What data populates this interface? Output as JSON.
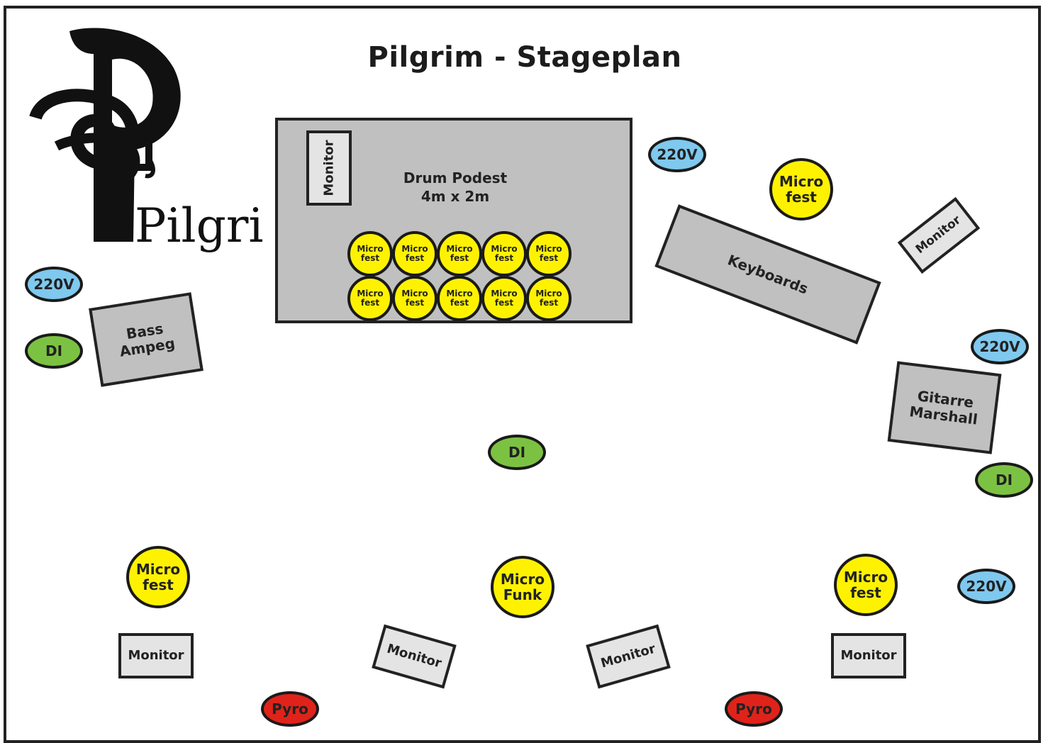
{
  "title": "Pilgrim - Stageplan",
  "logo": {
    "text": "Pilgrim"
  },
  "drum_riser": {
    "label_line1": "Drum Podest",
    "label_line2": "4m x 2m",
    "monitor_label": "Monitor",
    "mics": [
      {
        "line1": "Micro",
        "line2": "fest"
      },
      {
        "line1": "Micro",
        "line2": "fest"
      },
      {
        "line1": "Micro",
        "line2": "fest"
      },
      {
        "line1": "Micro",
        "line2": "fest"
      },
      {
        "line1": "Micro",
        "line2": "fest"
      },
      {
        "line1": "Micro",
        "line2": "fest"
      },
      {
        "line1": "Micro",
        "line2": "fest"
      },
      {
        "line1": "Micro",
        "line2": "fest"
      },
      {
        "line1": "Micro",
        "line2": "fest"
      },
      {
        "line1": "Micro",
        "line2": "fest"
      }
    ]
  },
  "keyboards": {
    "label": "Keyboards"
  },
  "keyboard_mic": {
    "line1": "Micro",
    "line2": "fest"
  },
  "keyboard_monitor": {
    "label": "Monitor"
  },
  "bass_amp": {
    "line1": "Bass",
    "line2": "Ampeg"
  },
  "guitar_amp": {
    "line1": "Gitarre",
    "line2": "Marshall"
  },
  "power": {
    "label": "220V"
  },
  "di": {
    "label": "DI"
  },
  "pyro": {
    "label": "Pyro"
  },
  "front_mics": {
    "left": {
      "line1": "Micro",
      "line2": "fest"
    },
    "center": {
      "line1": "Micro",
      "line2": "Funk"
    },
    "right": {
      "line1": "Micro",
      "line2": "fest"
    }
  },
  "front_monitors": {
    "label": "Monitor"
  },
  "colors": {
    "mic": "#fff200",
    "power": "#7fc8ee",
    "di": "#7cc242",
    "pyro": "#e0231a",
    "equipment": "#c0c0c0",
    "monitor": "#e4e4e4"
  }
}
